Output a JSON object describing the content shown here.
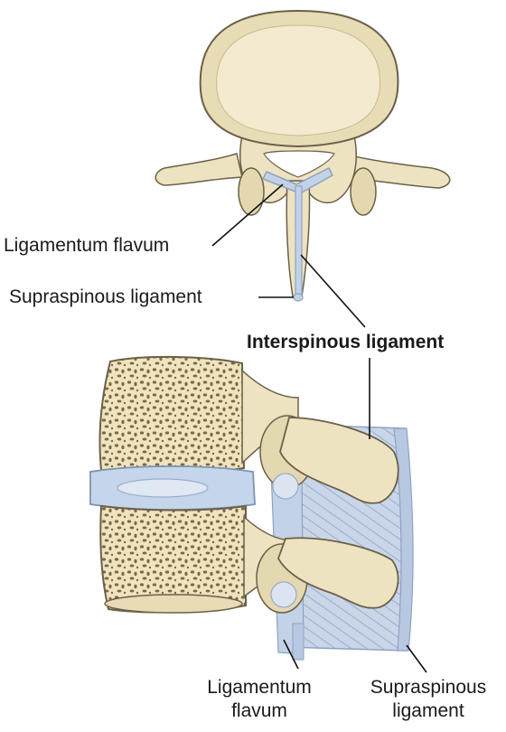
{
  "labels": {
    "top_ligamentum_flavum": "Ligamentum flavum",
    "top_supraspinous": "Supraspinous ligament",
    "interspinous": "Interspinous ligament",
    "bottom_ligamentum_line1": "Ligamentum",
    "bottom_ligamentum_line2": "flavum",
    "bottom_supraspinous_line1": "Supraspinous",
    "bottom_supraspinous_line2": "ligament"
  },
  "colors": {
    "bone": "#ede3c1",
    "bone_shadow": "#cfc194",
    "outline": "#6b6048",
    "ligament": "#c3d2e6",
    "ligament_line": "#8ea2c2",
    "disc": "#c6d6ea",
    "leader": "#111111"
  }
}
